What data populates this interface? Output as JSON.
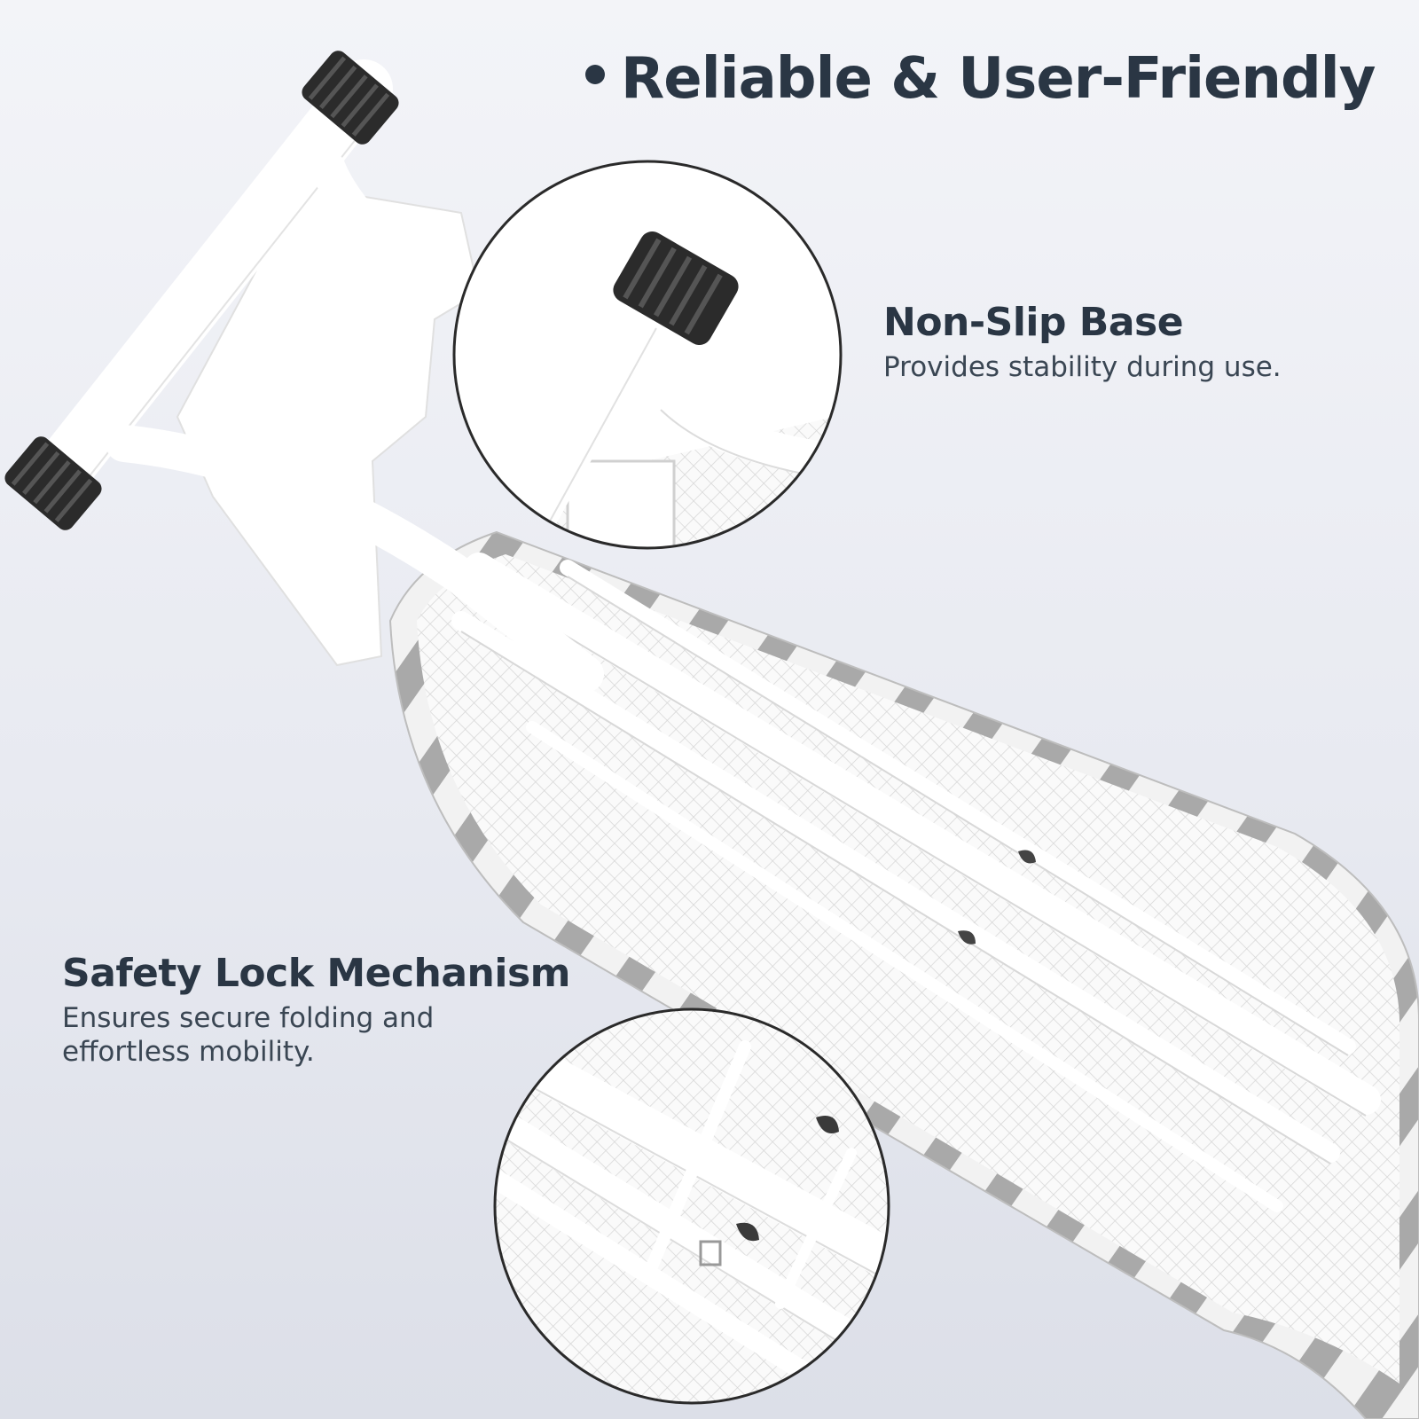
{
  "headline": "Reliable & User-Friendly",
  "features": [
    {
      "title": "Non-Slip Base",
      "description": "Provides stability during use."
    },
    {
      "title": "Safety Lock Mechanism",
      "description": "Ensures secure folding and effortless mobility."
    }
  ],
  "colors": {
    "text_dark": "#2a3644",
    "text_body": "#3a4653",
    "background": "#eceef4",
    "foot_cap": "#2b2b2b",
    "frame": "#ffffff",
    "cover_stripe": "#a9a9a9"
  },
  "icons": [
    "bullet-dot"
  ]
}
